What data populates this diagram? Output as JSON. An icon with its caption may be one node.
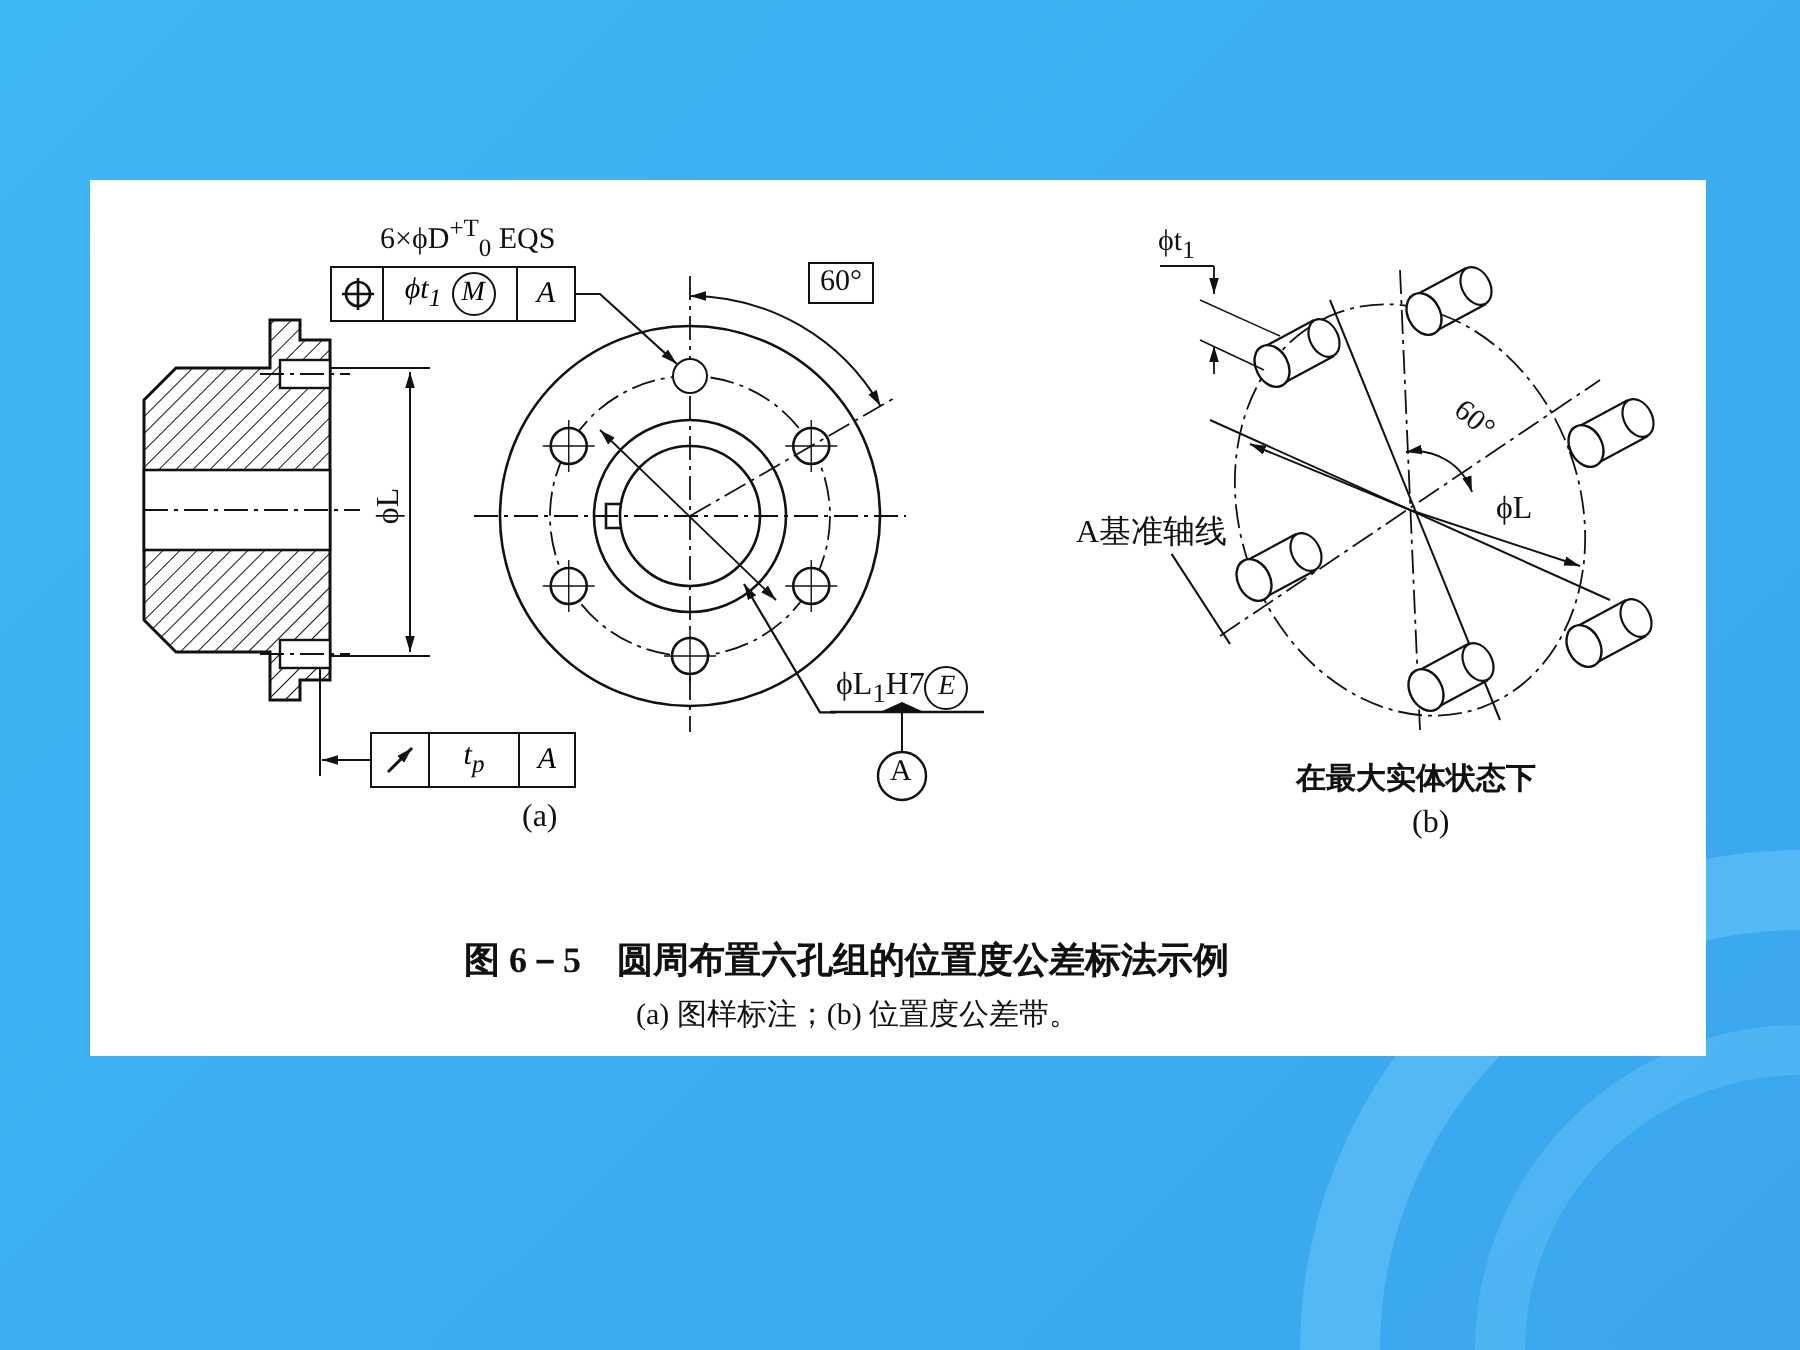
{
  "diagram": {
    "title": "图 6－5　圆周布置六孔组的位置度公差标法示例",
    "caption": "(a) 图样标注；(b) 位置度公差带。",
    "nodes": [
      {
        "text": [
          "ϕt$_{1}$",
          "M",
          "A"
        ]
      },
      {
        "text": [],
        "shape": "circle"
      },
      {
        "text": [
          "t$_{p}$",
          "A"
        ]
      },
      {
        "text": [
          "ϕL$_{1}$H7",
          "E"
        ]
      },
      {
        "text": [
          "A基准轴线"
        ]
      },
      {
        "text": [],
        "shape": "picture"
      }
    ],
    "edges": [
      {
        "from": 0,
        "to": 1,
        "arrow": "to"
      },
      {
        "from": 2,
        "to": 5,
        "arrow": "to"
      },
      {
        "from": 3,
        "to": null,
        "arrow": "to"
      },
      {
        "from": 4,
        "to": null,
        "arrow": "none"
      }
    ],
    "labels": [
      "6×ϕD$^{+T}$$_{0}$ EQS",
      "60°",
      "ϕL",
      "A",
      "(a)",
      "ϕt$_{1}$",
      "60°",
      "ϕL",
      "在最大实体状态下",
      "(b)"
    ]
  }
}
